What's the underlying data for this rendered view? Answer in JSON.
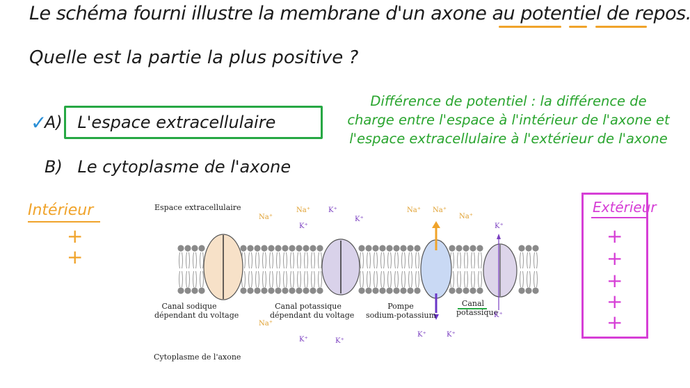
{
  "question": {
    "line1_part1": "Le schéma fourni illustre la membrane d'un axone au ",
    "line1_underlined": "potentiel de repos.",
    "line2": "Quelle est la partie la plus positive ?"
  },
  "options": [
    {
      "letter": "A)",
      "text": "L'espace extracellulaire",
      "selected": true
    },
    {
      "letter": "B)",
      "text": "Le cytoplasme de l'axone",
      "selected": false
    }
  ],
  "definition": "Différence de potentiel : la différence de charge entre l'espace à l'intérieur de l'axone et l'espace extracellulaire à l'extérieur de l'axone",
  "annotations": {
    "interior_label": "Intérieur",
    "interior_signs": [
      "+",
      "+"
    ],
    "exterior_label": "Extérieur",
    "exterior_signs": [
      "+",
      "+",
      "+",
      "+",
      "+"
    ]
  },
  "diagram": {
    "top_label": "Espace extracellulaire",
    "bottom_label": "Cytoplasme de l'axone",
    "channels": [
      {
        "label_line1": "Canal sodique",
        "label_line2": "dépendant du voltage"
      },
      {
        "label_line1": "Canal potassique",
        "label_line2": "dépendant du voltage"
      },
      {
        "label_line1": "Pompe",
        "label_line2": "sodium-potassium"
      },
      {
        "label_line1": "Canal",
        "label_line2": "potassique"
      }
    ],
    "ions": {
      "na": "Na⁺",
      "k": "K⁺"
    }
  },
  "colors": {
    "green": "#27a844",
    "orange": "#f0a32a",
    "magenta": "#d63fd6",
    "blue_check": "#2a8fd6",
    "na_ion": "#e0a030",
    "k_ion": "#7a3ec0"
  }
}
